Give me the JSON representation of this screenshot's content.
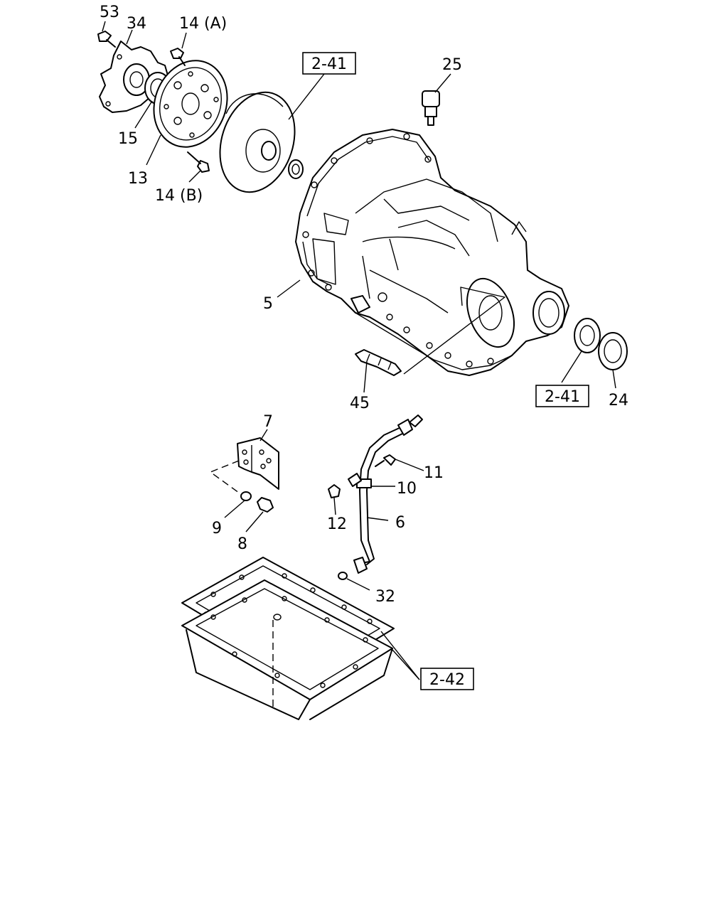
{
  "callouts": {
    "p53": "53",
    "p34": "34",
    "p14a": "14 (A)",
    "p15": "15",
    "p13": "13",
    "p14b": "14 (B)",
    "p25": "25",
    "p5": "5",
    "p45": "45",
    "p24": "24",
    "p7": "7",
    "p11": "11",
    "p10": "10",
    "p12": "12",
    "p6": "6",
    "p9": "9",
    "p8": "8",
    "p32": "32"
  },
  "refs": {
    "r241_top": "2-41",
    "r241_right": "2-41",
    "r242": "2-42"
  }
}
